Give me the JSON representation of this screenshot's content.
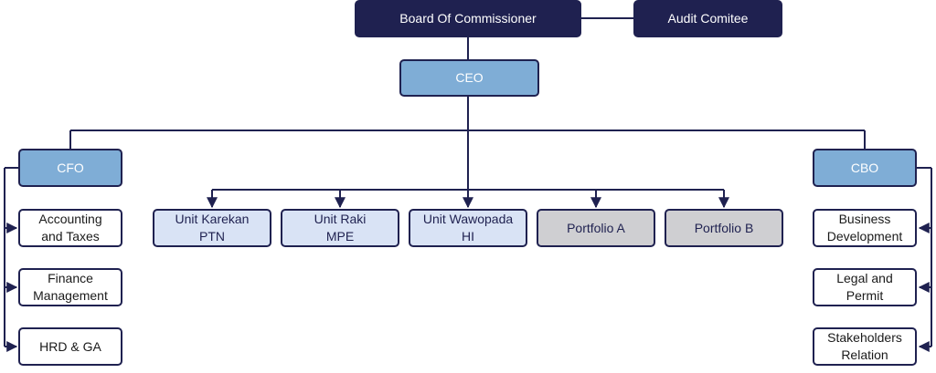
{
  "colors": {
    "navy": "#1f2150",
    "blue": "#7fadd6",
    "light_blue": "#d9e3f5",
    "grey": "#cfcfd2",
    "white": "#ffffff"
  },
  "board": {
    "label": "Board Of Commissioner"
  },
  "audit": {
    "label": "Audit Comitee"
  },
  "ceo": {
    "label": "CEO"
  },
  "cfo": {
    "label": "CFO",
    "children": [
      "Accounting\nand Taxes",
      "Finance\nManagement",
      "HRD & GA"
    ]
  },
  "cbo": {
    "label": "CBO",
    "children": [
      "Business\nDevelopment",
      "Legal and\nPermit",
      "Stakeholders\nRelation"
    ]
  },
  "units": [
    "Unit Karekan\nPTN",
    "Unit Raki\nMPE",
    "Unit Wawopada\nHI",
    "Portfolio A",
    "Portfolio B"
  ]
}
